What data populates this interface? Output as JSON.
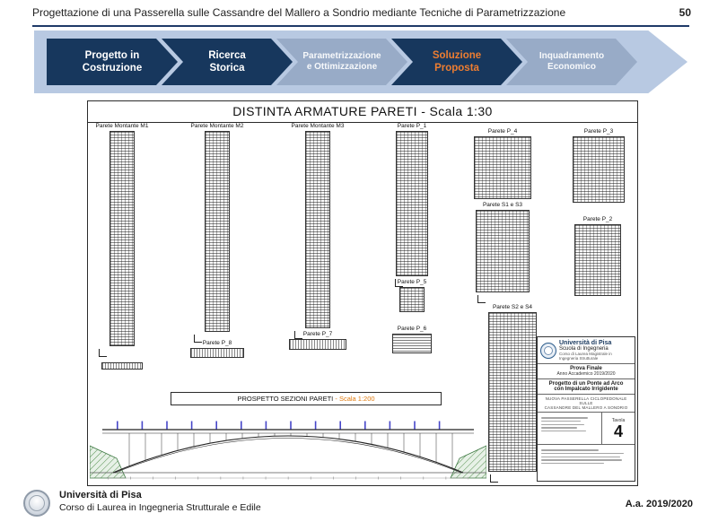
{
  "header": {
    "title": "Progettazione di una Passerella sulle Cassandre del Mallero a Sondrio mediante Tecniche di Parametrizzazione",
    "page_number": "50"
  },
  "steps": [
    {
      "line1": "Progetto in",
      "line2": "Costruzione",
      "state": "done"
    },
    {
      "line1": "Ricerca",
      "line2": "Storica",
      "state": "done"
    },
    {
      "line1": "Parametrizzazione",
      "line2": "e Ottimizzazione",
      "state": "upcoming"
    },
    {
      "line1": "Soluzione",
      "line2": "Proposta",
      "state": "active"
    },
    {
      "line1": "Inquadramento",
      "line2": "Economico",
      "state": "upcoming"
    }
  ],
  "drawing": {
    "title": "DISTINTA ARMATURE PARETI  - Scala 1:30",
    "panels": [
      {
        "label": "Parete Montante M1"
      },
      {
        "label": "Parete Montante M2"
      },
      {
        "label": "Parete Montante M3"
      },
      {
        "label": "Parete P_1"
      },
      {
        "label": "Parete P_4"
      },
      {
        "label": "Parete P_3"
      },
      {
        "label": "Parete S1 e S3"
      },
      {
        "label": "Parete P_2"
      },
      {
        "label": "Parete P_5"
      },
      {
        "label": "Parete S2 e S4"
      },
      {
        "label": "Parete P_8"
      },
      {
        "label": "Parete P_7"
      },
      {
        "label": "Parete P_6"
      }
    ],
    "prospetto": {
      "title": "PROSPETTO SEZIONI PARETI ",
      "scale": "- Scala 1:200"
    },
    "title_block": {
      "university": "Università di Pisa",
      "school": "Scuola di Ingegneria",
      "degree_line1": "Corso di Laurea Magistrale in",
      "degree_line2": "Ingegneria Strutturale",
      "exam": "Prova Finale",
      "academic_year": "Anno Accademico 2019/2020",
      "project_line1": "Progetto di un Ponte ad Arco",
      "project_line2": "con Impalcato Irrigidente",
      "subtitle_line1": "NUOVA PASSERELLA CICLOPEDONALE SULLE",
      "subtitle_line2": "CASSANDRE DEL MALLERO A SONDRIO",
      "tavola_label": "Tavola",
      "tavola_number": "4"
    }
  },
  "footer": {
    "university": "Università di Pisa",
    "course": "Corso di Laurea in Ingegneria Strutturale e Edile",
    "year": "A.a. 2019/2020"
  },
  "colors": {
    "navy": "#17375d",
    "band_blue": "#b8c9e2",
    "accent_orange": "#ed7d31",
    "abutment_green": "#55904f"
  }
}
